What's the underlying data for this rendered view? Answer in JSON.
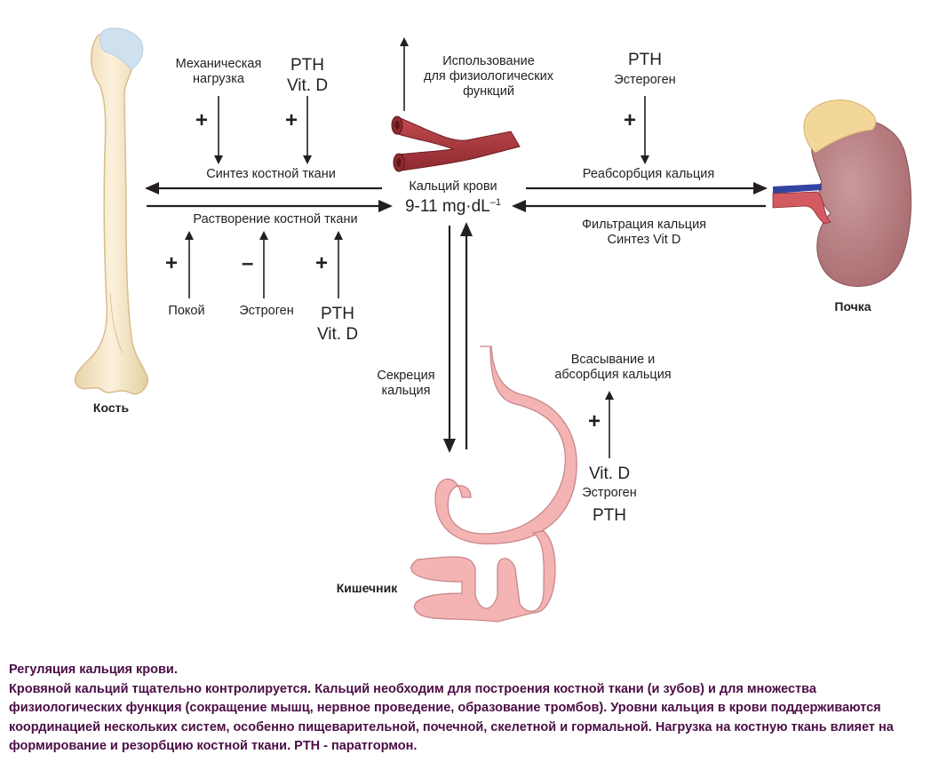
{
  "bone": {
    "label": "Кость",
    "synthesis": {
      "process_label": "Синтез костной ткани",
      "factors": [
        {
          "name": "Механическая нагрузка",
          "lines": [
            "Механическая",
            "нагрузка"
          ],
          "effect": "+"
        },
        {
          "name": "PTH Vit. D",
          "lines": [
            "PTH",
            "Vit. D"
          ],
          "effect": "+"
        }
      ]
    },
    "resorption": {
      "process_label": "Растворение костной ткани",
      "factors": [
        {
          "name": "Покой",
          "lines": [
            "Покой"
          ],
          "effect": "+"
        },
        {
          "name": "Эстроген",
          "lines": [
            "Эстроген"
          ],
          "effect": "–"
        },
        {
          "name": "PTH Vit. D",
          "lines": [
            "PTH",
            "Vit. D"
          ],
          "effect": "+"
        }
      ]
    }
  },
  "blood": {
    "label": "Кальций крови",
    "value": "9-11 mg·dL",
    "exponent": "–1",
    "usage_lines": [
      "Использование",
      "для физиологических",
      "функций"
    ]
  },
  "kidney": {
    "label": "Почка",
    "reabsorption": {
      "process_label": "Реабсорбция кальция",
      "factor_lines": [
        "PTH",
        "Эстероген"
      ],
      "effect": "+"
    },
    "filtration_lines": [
      "Фильтрация кальция",
      "Синтез Vit D"
    ]
  },
  "intestine": {
    "label": "Кишечник",
    "secretion_lines": [
      "Секреция",
      "кальция"
    ],
    "absorption_lines": [
      "Всасывание и",
      "абсорбция кальция"
    ],
    "absorption_effect": "+",
    "absorption_factor_lines": [
      "Vit. D",
      "Эстроген",
      "PTH"
    ]
  },
  "caption": {
    "title": "Регуляция кальция крови.",
    "lines": [
      "Кровяной кальций тщательно контролируется. Кальций необходим для построения костной ткани (и зубов) и для множества",
      "физиологических функция (сокращение мышц, нервное проведение, образование тромбов). Уровни кальция в крови поддерживаются",
      "координацией нескольких систем, особенно пищеварительной, почечной, скелетной и гормальной. Нагрузка на костную ткань влияет на",
      "формирование и резорбцию костной ткани. PTH - паратгормон."
    ]
  },
  "colors": {
    "text": "#231f20",
    "caption": "#4b0d45",
    "bone": "#f2e2c0",
    "vessel": "#a8333a",
    "kidney": "#b27578",
    "gut": "#f2b0b0"
  }
}
